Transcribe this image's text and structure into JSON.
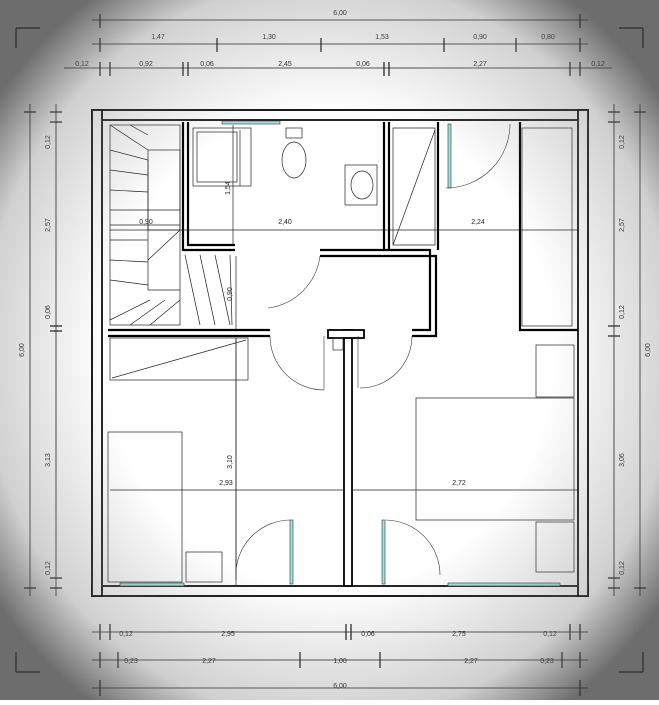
{
  "top_dims": {
    "overall": "6,00",
    "row1": [
      "1,47",
      "1,30",
      "1,53",
      "0,90",
      "0,80"
    ],
    "row2": [
      "0,12",
      "0,92",
      "0,06",
      "2,45",
      "0,06",
      "2,27",
      "0,12"
    ]
  },
  "bottom_dims": {
    "row1": [
      "0,12",
      "2,95",
      "0,06",
      "2,75",
      "0,12"
    ],
    "row2": [
      "0,23",
      "2,27",
      "1,00",
      "2,27",
      "0,23"
    ],
    "overall": "6,00"
  },
  "left_dims": {
    "overall": "6,00",
    "parts": [
      "0,12",
      "2,57",
      "0,06",
      "3,13",
      "0,12"
    ]
  },
  "right_dims": {
    "overall": "6,00",
    "parts": [
      "0,12",
      "2,57",
      "0,12",
      "3,06",
      "0,12"
    ]
  },
  "interior_dims": {
    "bath_height": "1,54",
    "bath_width": "2,40",
    "bedroom2_width": "2,24",
    "stair_width": "0,90",
    "hall_width": "0,90",
    "bedroom1_depth": "3,10",
    "bedroom1_width": "2,93",
    "bedroom3_width": "2,72"
  }
}
